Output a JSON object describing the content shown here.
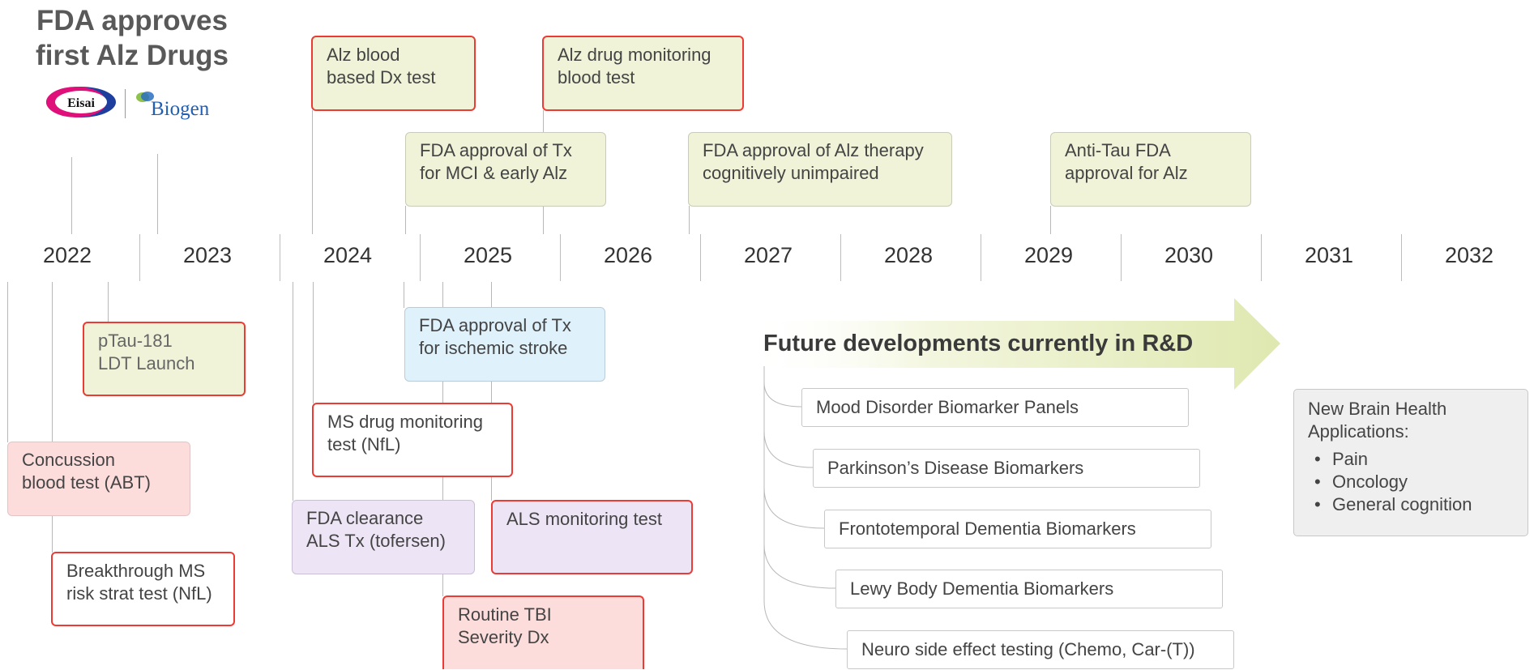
{
  "header": {
    "title_line1": "FDA approves",
    "title_line2": "first Alz Drugs",
    "logos": {
      "eisai": "Eisai",
      "biogen": "Biogen"
    }
  },
  "timeline": {
    "years": [
      "2022",
      "2023",
      "2024",
      "2025",
      "2026",
      "2027",
      "2028",
      "2029",
      "2030",
      "2031",
      "2032"
    ]
  },
  "milestones_above": [
    "Alz blood\nbased Dx test",
    "Alz drug monitoring\nblood test",
    "FDA approval of Tx\nfor MCI & early Alz",
    "FDA approval of Alz therapy\ncognitively unimpaired",
    "Anti-Tau FDA\napproval for Alz"
  ],
  "milestones_below": [
    "pTau-181\nLDT Launch",
    "Concussion\nblood test (ABT)",
    "Breakthrough MS\nrisk strat test (NfL)",
    "FDA approval of Tx\nfor ischemic stroke",
    "MS drug monitoring\ntest (NfL)",
    "FDA clearance\nALS Tx (tofersen)",
    "ALS monitoring test",
    "Routine TBI\nSeverity Dx"
  ],
  "future": {
    "title": "Future developments currently in R&D",
    "items": [
      "Mood Disorder Biomarker Panels",
      "Parkinson’s Disease Biomarkers",
      "Frontotemporal Dementia Biomarkers",
      "Lewy Body Dementia Biomarkers",
      "Neuro side effect testing (Chemo, Car-(T))"
    ]
  },
  "new_brain_health": {
    "heading": "New Brain Health\nApplications:",
    "items": [
      "Pain",
      "Oncology",
      "General cognition"
    ]
  },
  "colors": {
    "green": "#f0f3d8",
    "pink": "#fddcdc",
    "blue": "#dff1fb",
    "lavender": "#ede4f5",
    "red_border": "#ec3b35",
    "arrow": "#dfe8b0",
    "gray_box": "#efefef"
  }
}
